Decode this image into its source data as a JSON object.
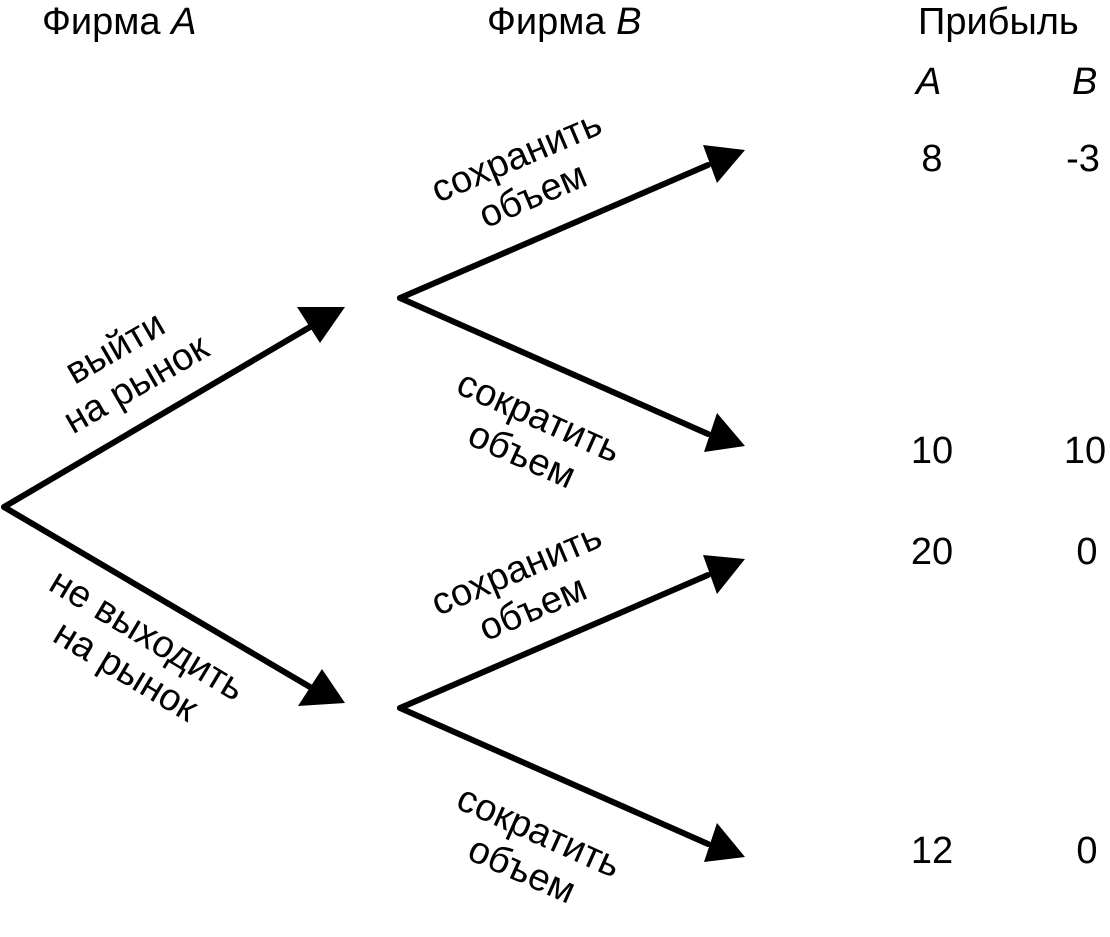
{
  "header": {
    "firm_a_label": "Фирма",
    "firm_a_letter": "A",
    "firm_b_label": "Фирма",
    "firm_b_letter": "B",
    "profit_label": "Прибыль",
    "profit_col_a": "A",
    "profit_col_b": "B"
  },
  "branches_a": {
    "enter": {
      "line1": "выйти",
      "line2": "на рынок"
    },
    "stay_out": {
      "line1": "не выходить",
      "line2": "на рынок"
    }
  },
  "branches_b": {
    "top_keep": {
      "line1": "сохранить",
      "line2": "объем"
    },
    "top_cut": {
      "line1": "сократить",
      "line2": "объем"
    },
    "bottom_keep": {
      "line1": "сохранить",
      "line2": "объем"
    },
    "bottom_cut": {
      "line1": "сократить",
      "line2": "объем"
    }
  },
  "payoffs": [
    {
      "a": "8",
      "b": "-3"
    },
    {
      "a": "10",
      "b": "10"
    },
    {
      "a": "20",
      "b": "0"
    },
    {
      "a": "12",
      "b": "0"
    }
  ]
}
